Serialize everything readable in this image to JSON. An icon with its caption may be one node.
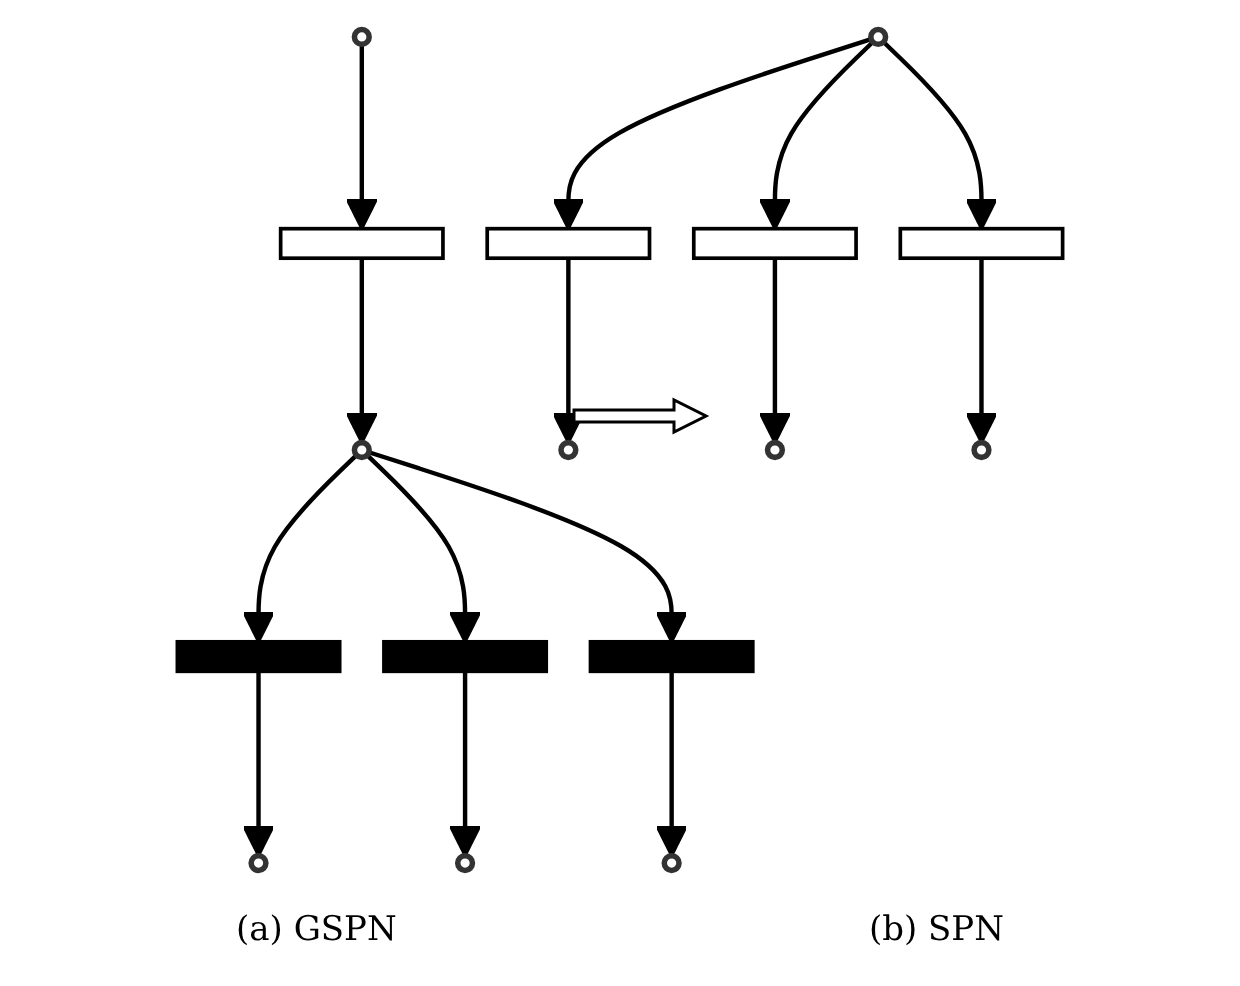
{
  "diagram": {
    "nodes": [
      {
        "text": [],
        "shape": "circle"
      },
      {
        "text": [],
        "shape": "bar"
      },
      {
        "text": [],
        "shape": "circle"
      },
      {
        "text": [],
        "shape": "bar"
      },
      {
        "text": [],
        "shape": "bar"
      },
      {
        "text": [],
        "shape": "bar"
      },
      {
        "text": [],
        "shape": "circle"
      },
      {
        "text": [],
        "shape": "circle"
      },
      {
        "text": [],
        "shape": "circle"
      },
      {
        "text": [],
        "shape": "circle"
      },
      {
        "text": [],
        "shape": "bar"
      },
      {
        "text": [],
        "shape": "bar"
      },
      {
        "text": [],
        "shape": "bar"
      },
      {
        "text": [],
        "shape": "circle"
      },
      {
        "text": [],
        "shape": "circle"
      },
      {
        "text": [],
        "shape": "circle"
      }
    ],
    "edges": [
      {
        "from": 0,
        "to": 1,
        "arrow": "to"
      },
      {
        "from": 1,
        "to": 2,
        "arrow": "to"
      },
      {
        "from": 2,
        "to": 3,
        "arrow": "to"
      },
      {
        "from": 2,
        "to": 4,
        "arrow": "to"
      },
      {
        "from": 2,
        "to": 5,
        "arrow": "to"
      },
      {
        "from": 3,
        "to": 6,
        "arrow": "to"
      },
      {
        "from": 4,
        "to": 7,
        "arrow": "to"
      },
      {
        "from": 5,
        "to": 8,
        "arrow": "to"
      },
      {
        "from": 9,
        "to": 10,
        "arrow": "to"
      },
      {
        "from": 9,
        "to": 11,
        "arrow": "to"
      },
      {
        "from": 9,
        "to": 12,
        "arrow": "to"
      },
      {
        "from": 10,
        "to": 13,
        "arrow": "to"
      },
      {
        "from": 11,
        "to": 14,
        "arrow": "to"
      },
      {
        "from": 12,
        "to": 15,
        "arrow": "to"
      }
    ],
    "labels": [
      "(a) GSPN",
      "(b) SPN"
    ]
  }
}
